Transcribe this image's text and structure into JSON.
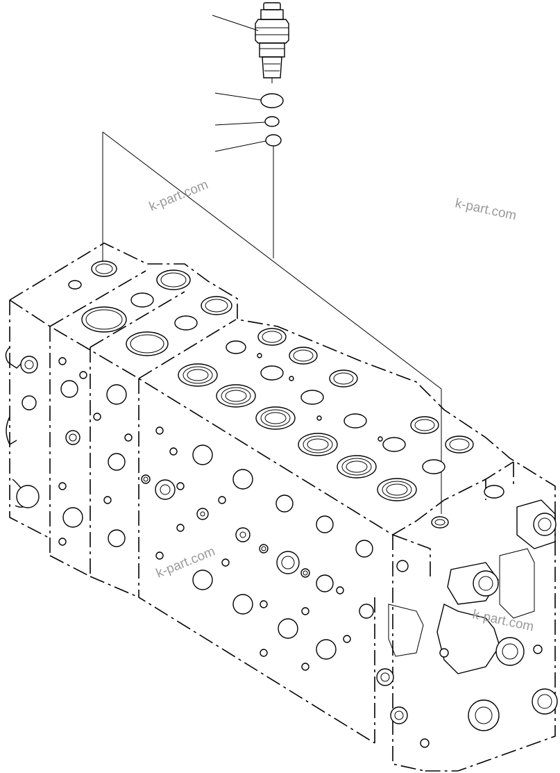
{
  "diagram": {
    "watermark": "k-part.com",
    "watermark_count": 4,
    "callouts": 4
  }
}
